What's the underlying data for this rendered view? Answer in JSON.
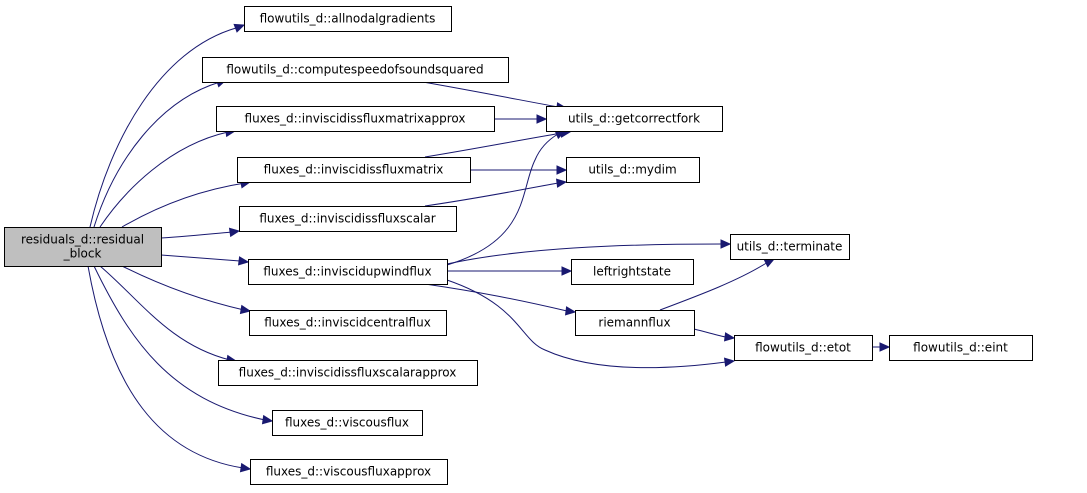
{
  "graph": {
    "type": "call-graph",
    "colors": {
      "edge": "#191970",
      "root_fill": "#bfbfbf",
      "node_fill": "#ffffff",
      "border": "#000000"
    },
    "nodes": [
      {
        "id": "root",
        "label_lines": [
          "residuals_d::residual",
          "_block"
        ],
        "root": true
      },
      {
        "id": "allnodal",
        "label_lines": [
          "flowutils_d::allnodalgradients"
        ]
      },
      {
        "id": "speedsq",
        "label_lines": [
          "flowutils_d::computespeedofsoundsquared"
        ]
      },
      {
        "id": "matrixapprox",
        "label_lines": [
          "fluxes_d::inviscidissfluxmatrixapprox"
        ]
      },
      {
        "id": "matrix",
        "label_lines": [
          "fluxes_d::inviscidissfluxmatrix"
        ]
      },
      {
        "id": "scalar",
        "label_lines": [
          "fluxes_d::inviscidissfluxscalar"
        ]
      },
      {
        "id": "upwind",
        "label_lines": [
          "fluxes_d::inviscidupwindflux"
        ]
      },
      {
        "id": "central",
        "label_lines": [
          "fluxes_d::inviscidcentralflux"
        ]
      },
      {
        "id": "scalarapprox",
        "label_lines": [
          "fluxes_d::inviscidissfluxscalarapprox"
        ]
      },
      {
        "id": "viscous",
        "label_lines": [
          "fluxes_d::viscousflux"
        ]
      },
      {
        "id": "viscousapprox",
        "label_lines": [
          "fluxes_d::viscousfluxapprox"
        ]
      },
      {
        "id": "getcorrectfork",
        "label_lines": [
          "utils_d::getcorrectfork"
        ]
      },
      {
        "id": "mydim",
        "label_lines": [
          "utils_d::mydim"
        ]
      },
      {
        "id": "terminate",
        "label_lines": [
          "utils_d::terminate"
        ]
      },
      {
        "id": "leftright",
        "label_lines": [
          "leftrightstate"
        ]
      },
      {
        "id": "riemann",
        "label_lines": [
          "riemannflux"
        ]
      },
      {
        "id": "etot",
        "label_lines": [
          "flowutils_d::etot"
        ]
      },
      {
        "id": "eint",
        "label_lines": [
          "flowutils_d::eint"
        ]
      }
    ],
    "edges": [
      {
        "from": "root",
        "to": "allnodal"
      },
      {
        "from": "root",
        "to": "speedsq"
      },
      {
        "from": "root",
        "to": "matrixapprox"
      },
      {
        "from": "root",
        "to": "matrix"
      },
      {
        "from": "root",
        "to": "scalar"
      },
      {
        "from": "root",
        "to": "upwind"
      },
      {
        "from": "root",
        "to": "central"
      },
      {
        "from": "root",
        "to": "scalarapprox"
      },
      {
        "from": "root",
        "to": "viscous"
      },
      {
        "from": "root",
        "to": "viscousapprox"
      },
      {
        "from": "speedsq",
        "to": "getcorrectfork"
      },
      {
        "from": "matrixapprox",
        "to": "getcorrectfork"
      },
      {
        "from": "matrix",
        "to": "getcorrectfork"
      },
      {
        "from": "matrix",
        "to": "mydim"
      },
      {
        "from": "scalar",
        "to": "mydim"
      },
      {
        "from": "upwind",
        "to": "getcorrectfork"
      },
      {
        "from": "upwind",
        "to": "terminate"
      },
      {
        "from": "upwind",
        "to": "leftright"
      },
      {
        "from": "upwind",
        "to": "riemann"
      },
      {
        "from": "upwind",
        "to": "etot"
      },
      {
        "from": "riemann",
        "to": "terminate"
      },
      {
        "from": "riemann",
        "to": "etot"
      },
      {
        "from": "etot",
        "to": "eint"
      }
    ]
  }
}
